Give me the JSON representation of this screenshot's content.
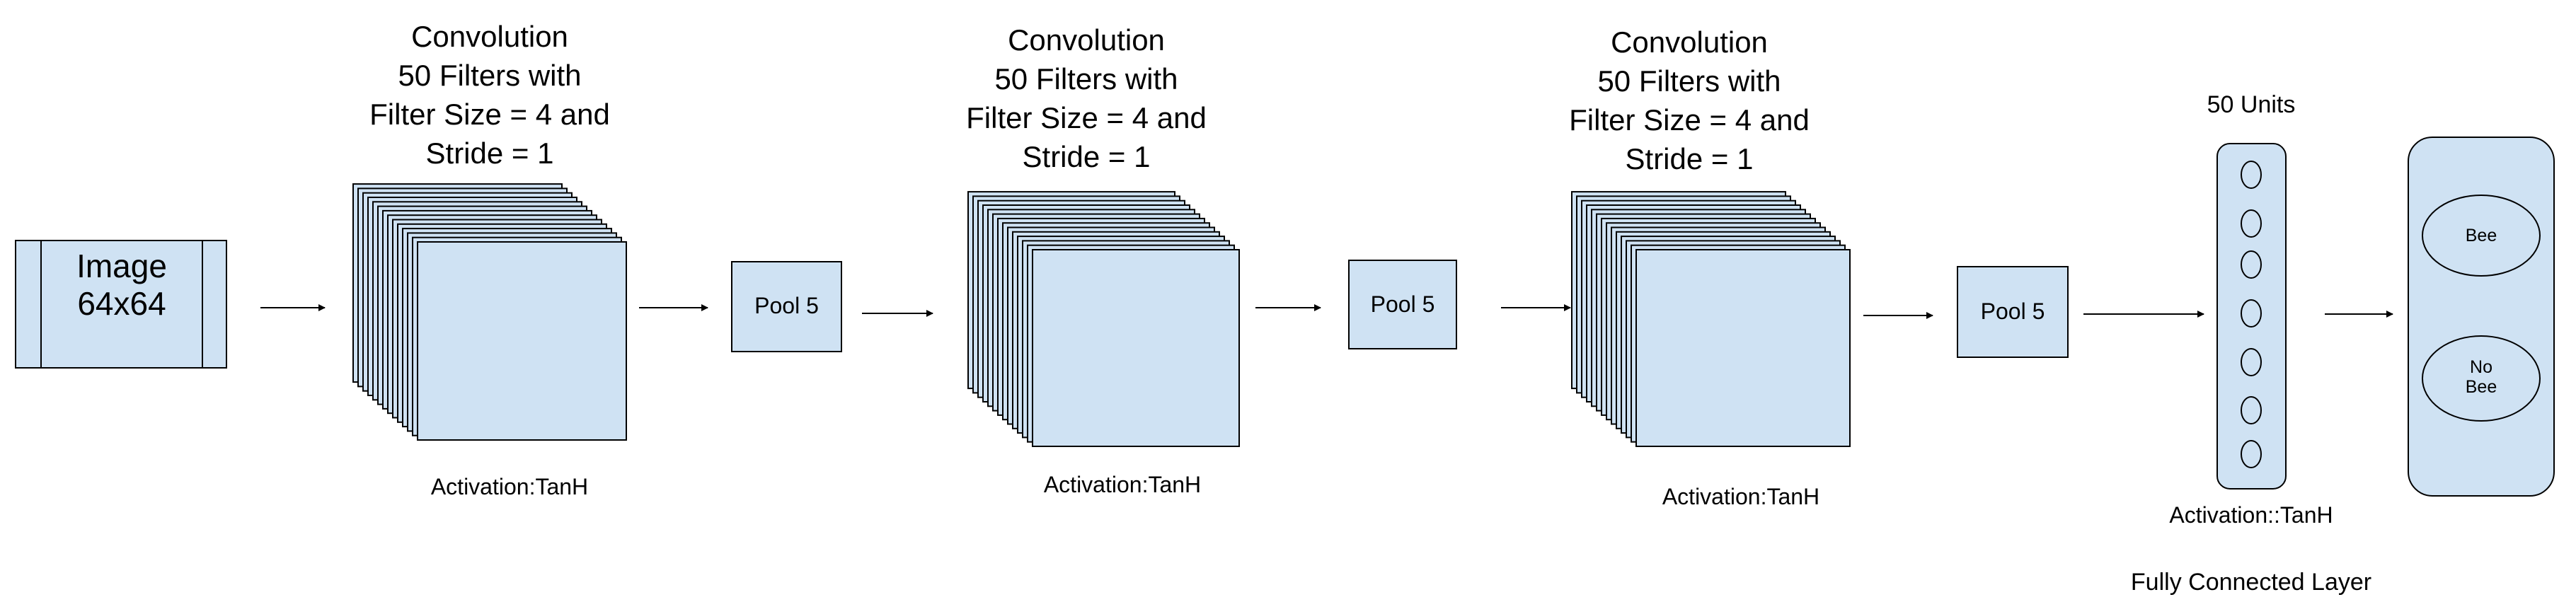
{
  "input": {
    "line1": "Image",
    "line2": "64x64"
  },
  "conv_blocks": [
    {
      "title": [
        "Convolution",
        "50 Filters with",
        "Filter Size = 4 and",
        "Stride = 1"
      ],
      "activation": "Activation:TanH"
    },
    {
      "title": [
        "Convolution",
        "50 Filters with",
        "Filter Size = 4 and",
        "Stride = 1"
      ],
      "activation": "Activation:TanH"
    },
    {
      "title": [
        "Convolution",
        "50 Filters with",
        "Filter Size = 4 and",
        "Stride = 1"
      ],
      "activation": "Activation:TanH"
    }
  ],
  "pools": [
    "Pool 5",
    "Pool 5",
    "Pool 5"
  ],
  "fc": {
    "units_label": "50 Units",
    "activation": "Activation::TanH",
    "caption": "Fully Connected Layer"
  },
  "output": {
    "bee": "Bee",
    "no_bee_line1": "No",
    "no_bee_line2": "Bee"
  },
  "colors": {
    "fill": "#cfe2f3",
    "stroke": "#000000"
  }
}
